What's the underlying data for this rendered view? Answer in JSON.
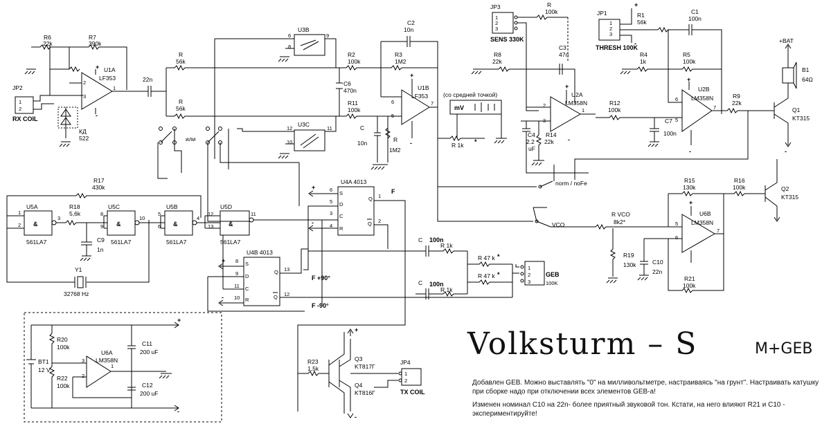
{
  "title": {
    "main": "Volksturm – S",
    "suffix": "M+GEB"
  },
  "notes": [
    "Добавлен GEB. Можно выставлять \"0\" на милливольтметре, настраиваясь \"на грунт\". Настраивать катушку при сборке надо при отключении всех элементов GEB-а!",
    "Изменен номинал С10 на 22n- более приятный звуковой тон. Кстати, на него влияют R21 и С10 - экспериментируйте!"
  ],
  "labels": {
    "jp2": "JP2",
    "rx_coil": "RX COIL",
    "kd522": "КД",
    "kd522b": "522",
    "r6": "R6",
    "r6v": "22k",
    "r7": "R7",
    "r7v": "390k",
    "u1a": "U1A",
    "u1a_t": "LF353",
    "c22n": "22n",
    "r56a": "R",
    "r56av": "56k",
    "r56b": "R",
    "r56bv": "56k",
    "u3b": "U3B",
    "u3c": "U3C",
    "ili": "или",
    "r2": "R2",
    "r2v": "100k",
    "r3": "R3",
    "r3v": "1M2",
    "c2": "C2",
    "c2v": "10n",
    "c6": "C6",
    "c6v": "470n",
    "r11": "R11",
    "r11v": "100k",
    "c": "C",
    "cv": "10n",
    "rr": "R",
    "rrv": "1M2",
    "u1b": "U1B",
    "u1b_t": "LF353",
    "mid": "(со средней точкой)",
    "mv": "mV",
    "r1k": "R  1k",
    "jp3": "JP3",
    "sens": "SENS  330K",
    "r100": "R",
    "r100v": "100k",
    "r8": "R8",
    "r8v": "22k",
    "c3": "C3",
    "c3v": "47n",
    "u2a": "U2A",
    "u2a_t": "LM358N",
    "c4": "C4",
    "c4v": "2.2",
    "c4u": "uF",
    "r14": "R14",
    "r14v": "22k",
    "jp1": "JP1",
    "thresh": "THRESH 100K",
    "r1": "R1",
    "r1v": "56k",
    "c1": "C1",
    "c1v": "100n",
    "r4": "R4",
    "r4v": "1k",
    "r5": "R5",
    "r5v": "100k",
    "u2b": "U2B",
    "u2b_t": "LM358N",
    "r12": "R12",
    "r12v": "100k",
    "c7": "C7",
    "c7v": "100n",
    "r9": "R9",
    "r9v": "22k",
    "bat": "+BAT",
    "b1": "B1",
    "b1v": "64Ω",
    "q1": "Q1",
    "q1t": "KT315",
    "norm": "norm / noFe",
    "vco": "VCO",
    "r15": "R15",
    "r15v": "130k",
    "r16": "R16",
    "r16v": "100k",
    "q2": "Q2",
    "q2t": "KT315",
    "rvco": "R VCO",
    "rvcov": "8k2*",
    "u6b": "U6B",
    "u6b_t": "LM358N",
    "r19": "R19",
    "r19v": "130k",
    "c10": "C10",
    "c10v": "22n",
    "r21": "R21",
    "r21v": "100k",
    "r17": "R17",
    "r17v": "430k",
    "u5a": "U5A",
    "r18": "R18",
    "r18v": "5,6k",
    "u5c": "U5C",
    "u5b": "U5B",
    "u5d": "U5D",
    "c9": "C9",
    "c9v": "1n",
    "la7a": "561LA7",
    "la7b": "561LA7",
    "la7c": "561LA7",
    "la7d": "561LA7",
    "y1": "Y1",
    "y1v": "32768 Hz",
    "u4a": "U4A  4013",
    "u4b": "U4B  4013",
    "f": "F",
    "f90": "F +90°",
    "fm90": "F  -90°",
    "c100a": "C",
    "c100av": "100n",
    "r1ka": "R  1k",
    "c100b": "C",
    "c100bv": "100n",
    "r1kb": "R  1k",
    "r47a": "R  47 k",
    "r47b": "R  47 k",
    "geb": "GEB",
    "gebv": "100K",
    "r23": "R23",
    "r23v": "1,5k",
    "q3": "Q3",
    "q3t": "KT817Г",
    "q4": "Q4",
    "q4t": "KT816Г",
    "jp4": "JP4",
    "tx_coil": "TX COIL",
    "bt1": "BT1",
    "bt1v": "12 V",
    "r20": "R20",
    "r20v": "100k",
    "r22": "R22",
    "r22v": "100k",
    "u6a": "U6A",
    "u6a_t": "LM358N",
    "c11": "C11",
    "c11v": "200 uF",
    "c12": "C12",
    "c12v": "200 uF",
    "plus": "+",
    "minus": "-"
  }
}
